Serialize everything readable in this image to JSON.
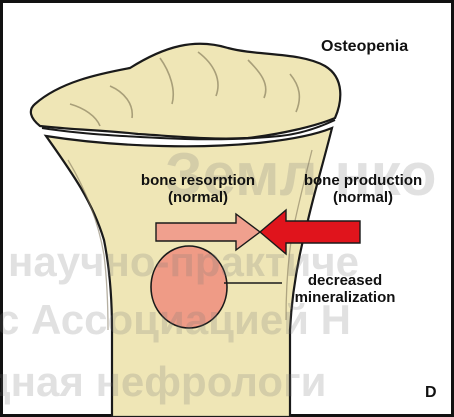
{
  "title": "Osteopenia",
  "labels": {
    "resorption": [
      "bone resorption",
      "(normal)"
    ],
    "production": [
      "bone production",
      "(normal)"
    ],
    "mineralization": [
      "decreased",
      "mineralization"
    ]
  },
  "panel_letter": "D",
  "watermark": {
    "lines": [
      "Земл нко",
      "научно-практиче",
      "с Ассоциацией Н",
      "дная нефрологи"
    ]
  },
  "colors": {
    "bone_fill": "#efe6b6",
    "outline": "#1a1a1a",
    "resorption_arrow": "#f0a08e",
    "production_arrow": "#e0141c",
    "mineral_spot": "#ef9b86",
    "frame_border": "#111111"
  }
}
